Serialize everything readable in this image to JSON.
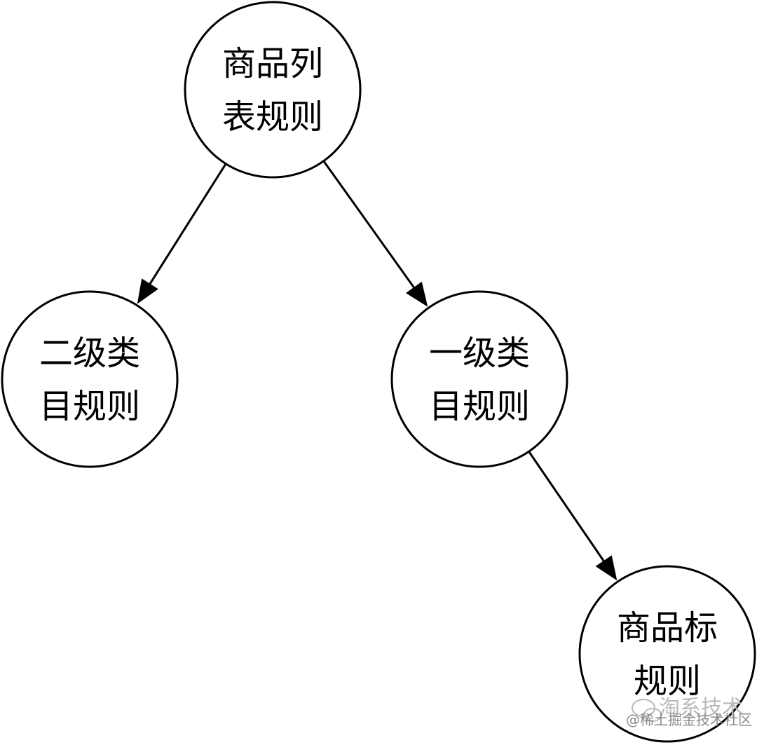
{
  "nodes": [
    {
      "id": "list-rule",
      "lines": [
        "商品列",
        "表规则"
      ]
    },
    {
      "id": "second-category-rule",
      "lines": [
        "二级类",
        "目规则"
      ]
    },
    {
      "id": "first-category-rule",
      "lines": [
        "一级类",
        "目规则"
      ]
    },
    {
      "id": "item-tag-rule",
      "lines": [
        "商品标",
        "规则"
      ]
    }
  ],
  "edges": [
    {
      "from": "list-rule",
      "to": "second-category-rule"
    },
    {
      "from": "list-rule",
      "to": "first-category-rule"
    },
    {
      "from": "first-category-rule",
      "to": "item-tag-rule"
    }
  ],
  "watermark": {
    "brand": "淘系技术",
    "source": "@稀土掘金技术社区",
    "icon": "wechat-bubble-icon"
  },
  "colors": {
    "stroke": "#000000",
    "background": "#ffffff",
    "watermark": "#8a8a8a"
  }
}
